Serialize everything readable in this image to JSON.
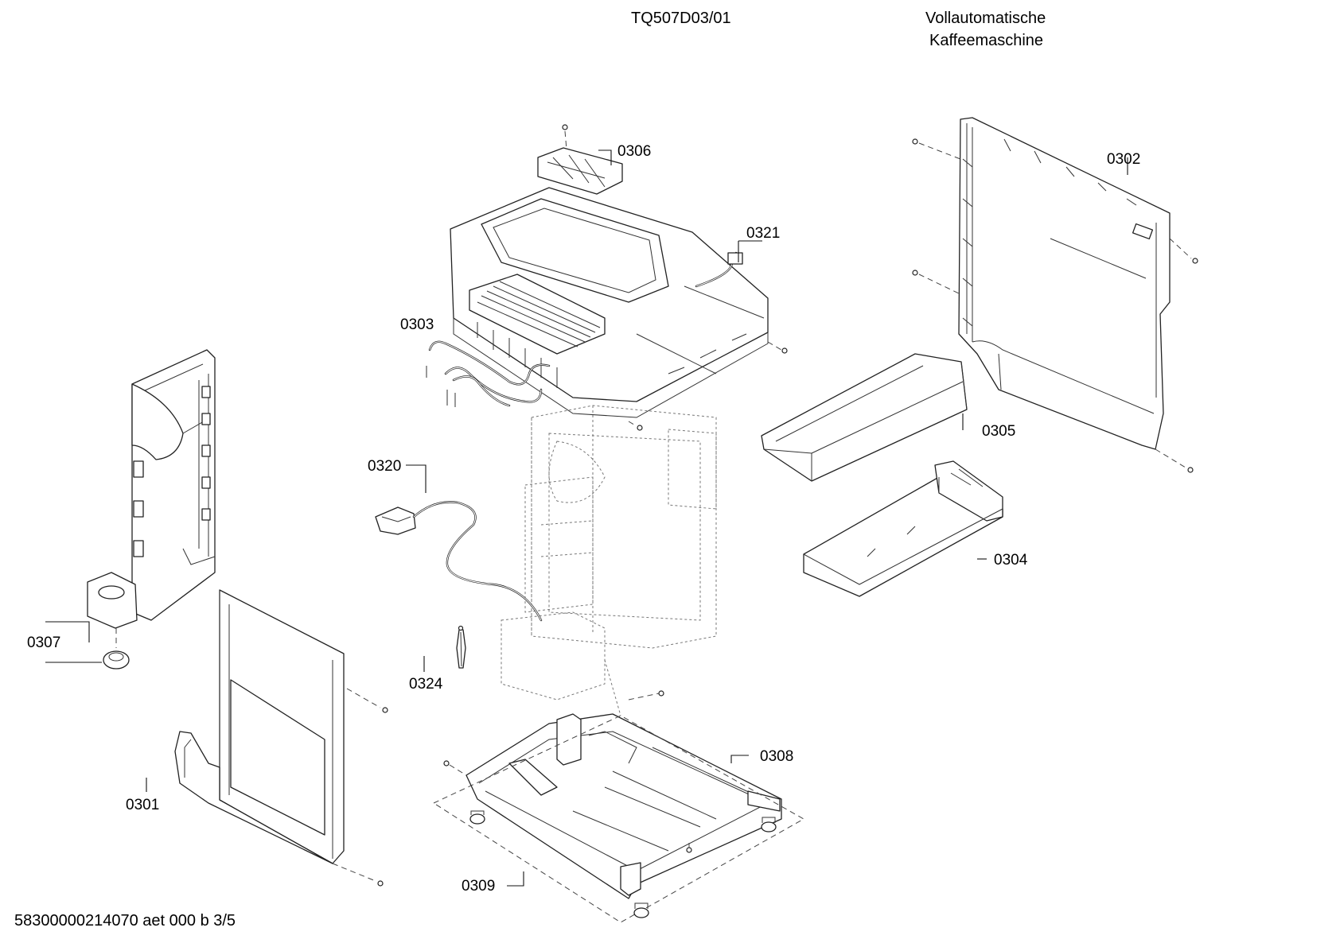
{
  "header": {
    "model": "TQ507D03/01",
    "title_line1": "Vollautomatische",
    "title_line2": "Kaffeemaschine"
  },
  "footer": {
    "doc_id": "58300000214070 aet 000 b 3/5"
  },
  "callouts": {
    "p0301": "0301",
    "p0302": "0302",
    "p0303": "0303",
    "p0304": "0304",
    "p0305": "0305",
    "p0306": "0306",
    "p0307": "0307",
    "p0308": "0308",
    "p0309": "0309",
    "p0320": "0320",
    "p0321": "0321",
    "p0324": "0324"
  }
}
